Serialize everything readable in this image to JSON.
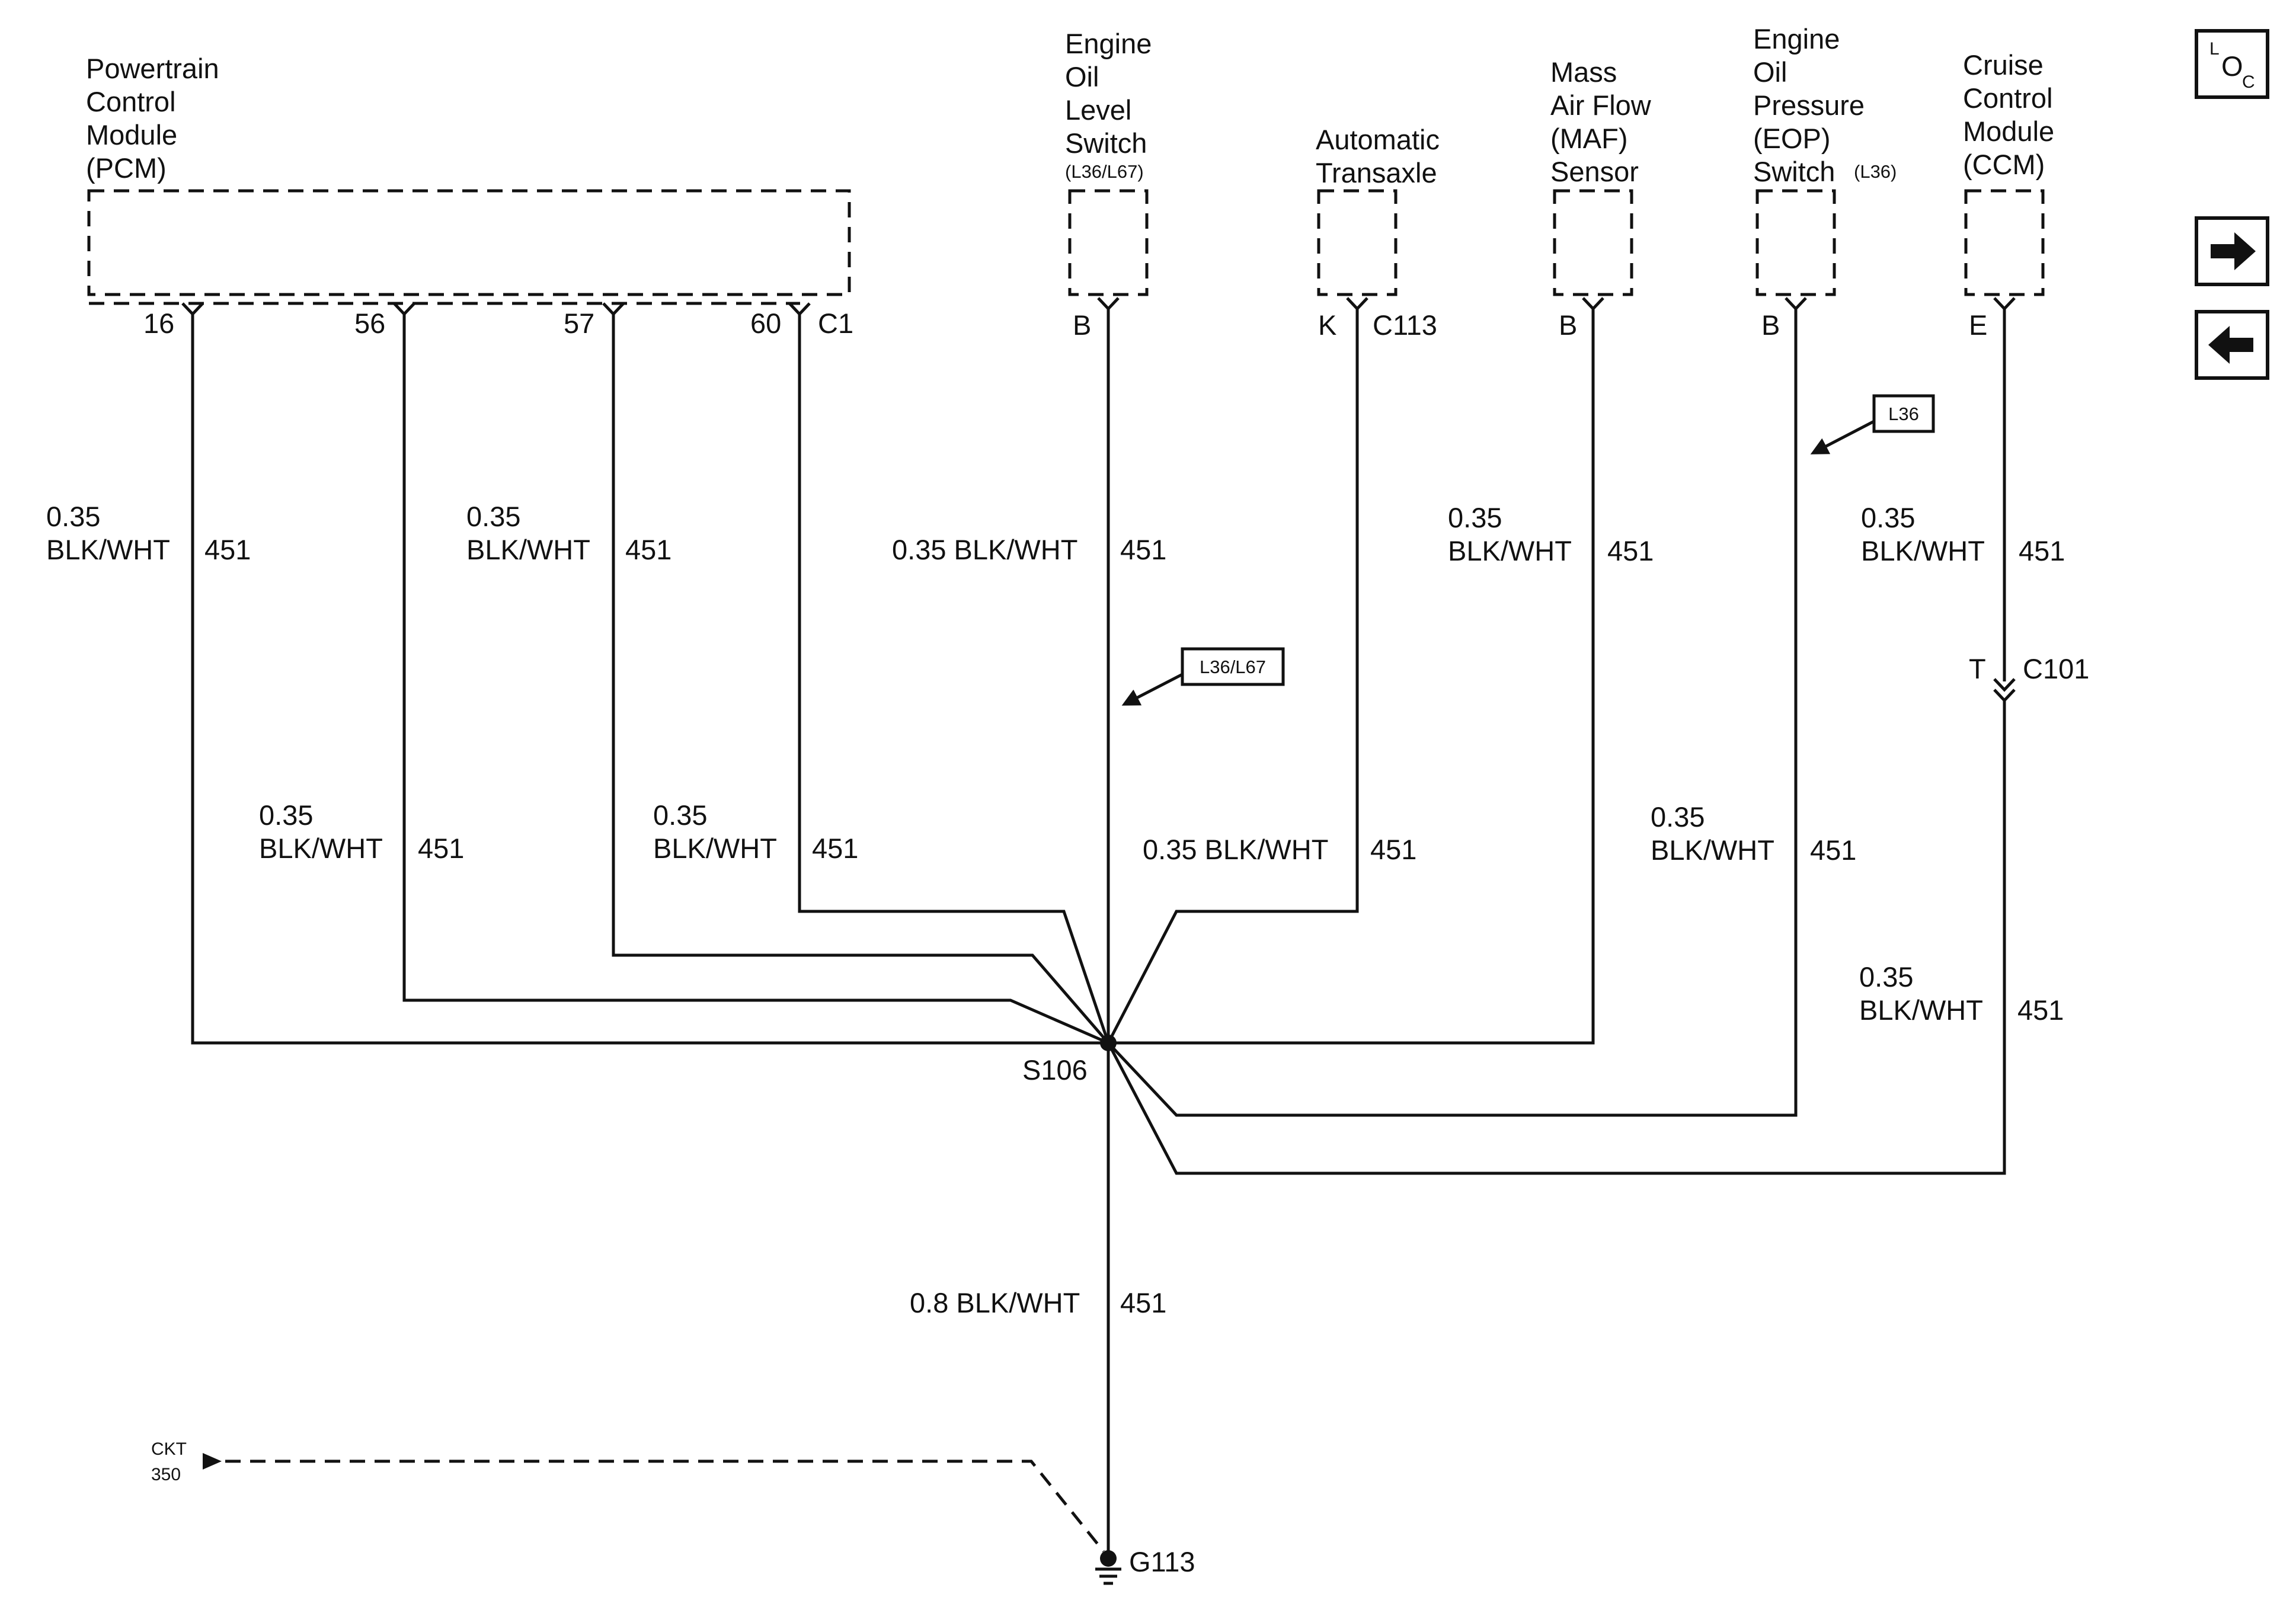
{
  "components": {
    "pcm": {
      "lines": [
        "Powertrain",
        "Control",
        "Module",
        "(PCM)"
      ],
      "connector": "C1"
    },
    "oil_level_switch": {
      "lines": [
        "Engine",
        "Oil",
        "Level",
        "Switch"
      ],
      "option_note": "(L36/L67)",
      "pin": "B"
    },
    "transaxle": {
      "lines": [
        "Automatic",
        "Transaxle"
      ],
      "pin": "K",
      "connector": "C113"
    },
    "maf_sensor": {
      "lines": [
        "Mass",
        "Air Flow",
        "(MAF)",
        "Sensor"
      ],
      "pin": "B"
    },
    "eop_switch": {
      "lines": [
        "Engine",
        "Oil",
        "Pressure",
        "(EOP)",
        "Switch"
      ],
      "option_note": "(L36)",
      "pin": "B"
    },
    "ccm": {
      "lines": [
        "Cruise",
        "Control",
        "Module",
        "(CCM)"
      ],
      "pin": "E"
    }
  },
  "pcm_pins": [
    "16",
    "56",
    "57",
    "60"
  ],
  "wires": {
    "size": "0.35",
    "color": "BLK/WHT",
    "size_color": "0.35 BLK/WHT",
    "circuit": "451",
    "ground_size_color": "0.8 BLK/WHT"
  },
  "callouts": {
    "l36_l67": "L36/L67",
    "l36": "L36"
  },
  "inline_connector": {
    "pin": "T",
    "name": "C101"
  },
  "splice": "S106",
  "ground": "G113",
  "ckt_ref": {
    "line1": "CKT",
    "line2": "350"
  },
  "nav": {
    "loc_L": "L",
    "loc_O": "O",
    "loc_C": "C",
    "forward": "forward-arrow",
    "back": "back-arrow"
  }
}
